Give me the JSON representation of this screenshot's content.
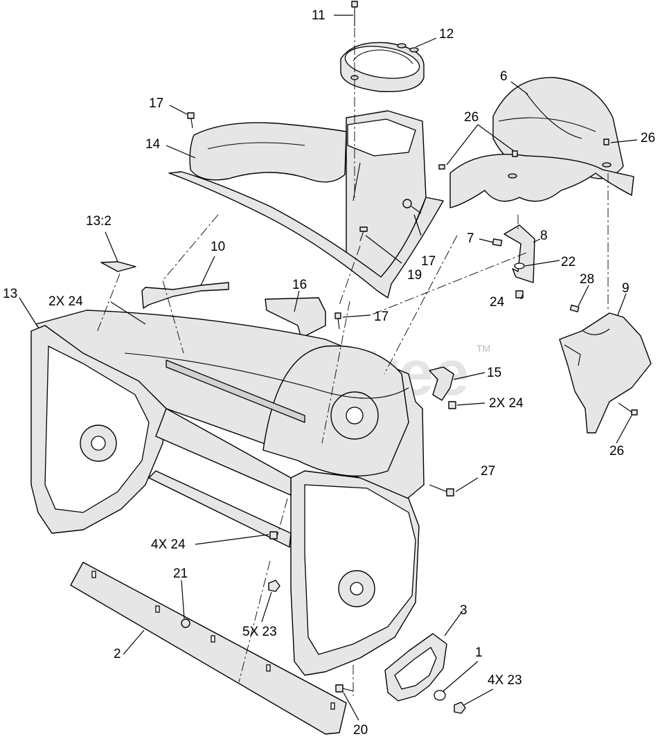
{
  "watermark": {
    "text": "PartsTree",
    "trademark": "TM"
  },
  "callouts": [
    {
      "id": "c11",
      "label": "11"
    },
    {
      "id": "c12",
      "label": "12"
    },
    {
      "id": "c17a",
      "label": "17"
    },
    {
      "id": "c14",
      "label": "14"
    },
    {
      "id": "c6",
      "label": "6"
    },
    {
      "id": "c26a",
      "label": "26"
    },
    {
      "id": "c26b",
      "label": "26"
    },
    {
      "id": "c13_2",
      "label": "13:2"
    },
    {
      "id": "c10",
      "label": "10"
    },
    {
      "id": "c17b",
      "label": "17"
    },
    {
      "id": "c19",
      "label": "19"
    },
    {
      "id": "c7",
      "label": "7"
    },
    {
      "id": "c8",
      "label": "8"
    },
    {
      "id": "c22",
      "label": "22"
    },
    {
      "id": "c13",
      "label": "13"
    },
    {
      "id": "c2x24a",
      "label": "2X 24"
    },
    {
      "id": "c16",
      "label": "16"
    },
    {
      "id": "c17c",
      "label": "17"
    },
    {
      "id": "c28",
      "label": "28"
    },
    {
      "id": "c9",
      "label": "9"
    },
    {
      "id": "c24",
      "label": "24"
    },
    {
      "id": "c15",
      "label": "15"
    },
    {
      "id": "c2x24b",
      "label": "2X 24"
    },
    {
      "id": "c26c",
      "label": "26"
    },
    {
      "id": "c27",
      "label": "27"
    },
    {
      "id": "c4x24",
      "label": "4X 24"
    },
    {
      "id": "c21",
      "label": "21"
    },
    {
      "id": "c5x23",
      "label": "5X 23"
    },
    {
      "id": "c3",
      "label": "3"
    },
    {
      "id": "c2",
      "label": "2"
    },
    {
      "id": "c1",
      "label": "1"
    },
    {
      "id": "c4x23",
      "label": "4X 23"
    },
    {
      "id": "c20",
      "label": "20"
    }
  ]
}
